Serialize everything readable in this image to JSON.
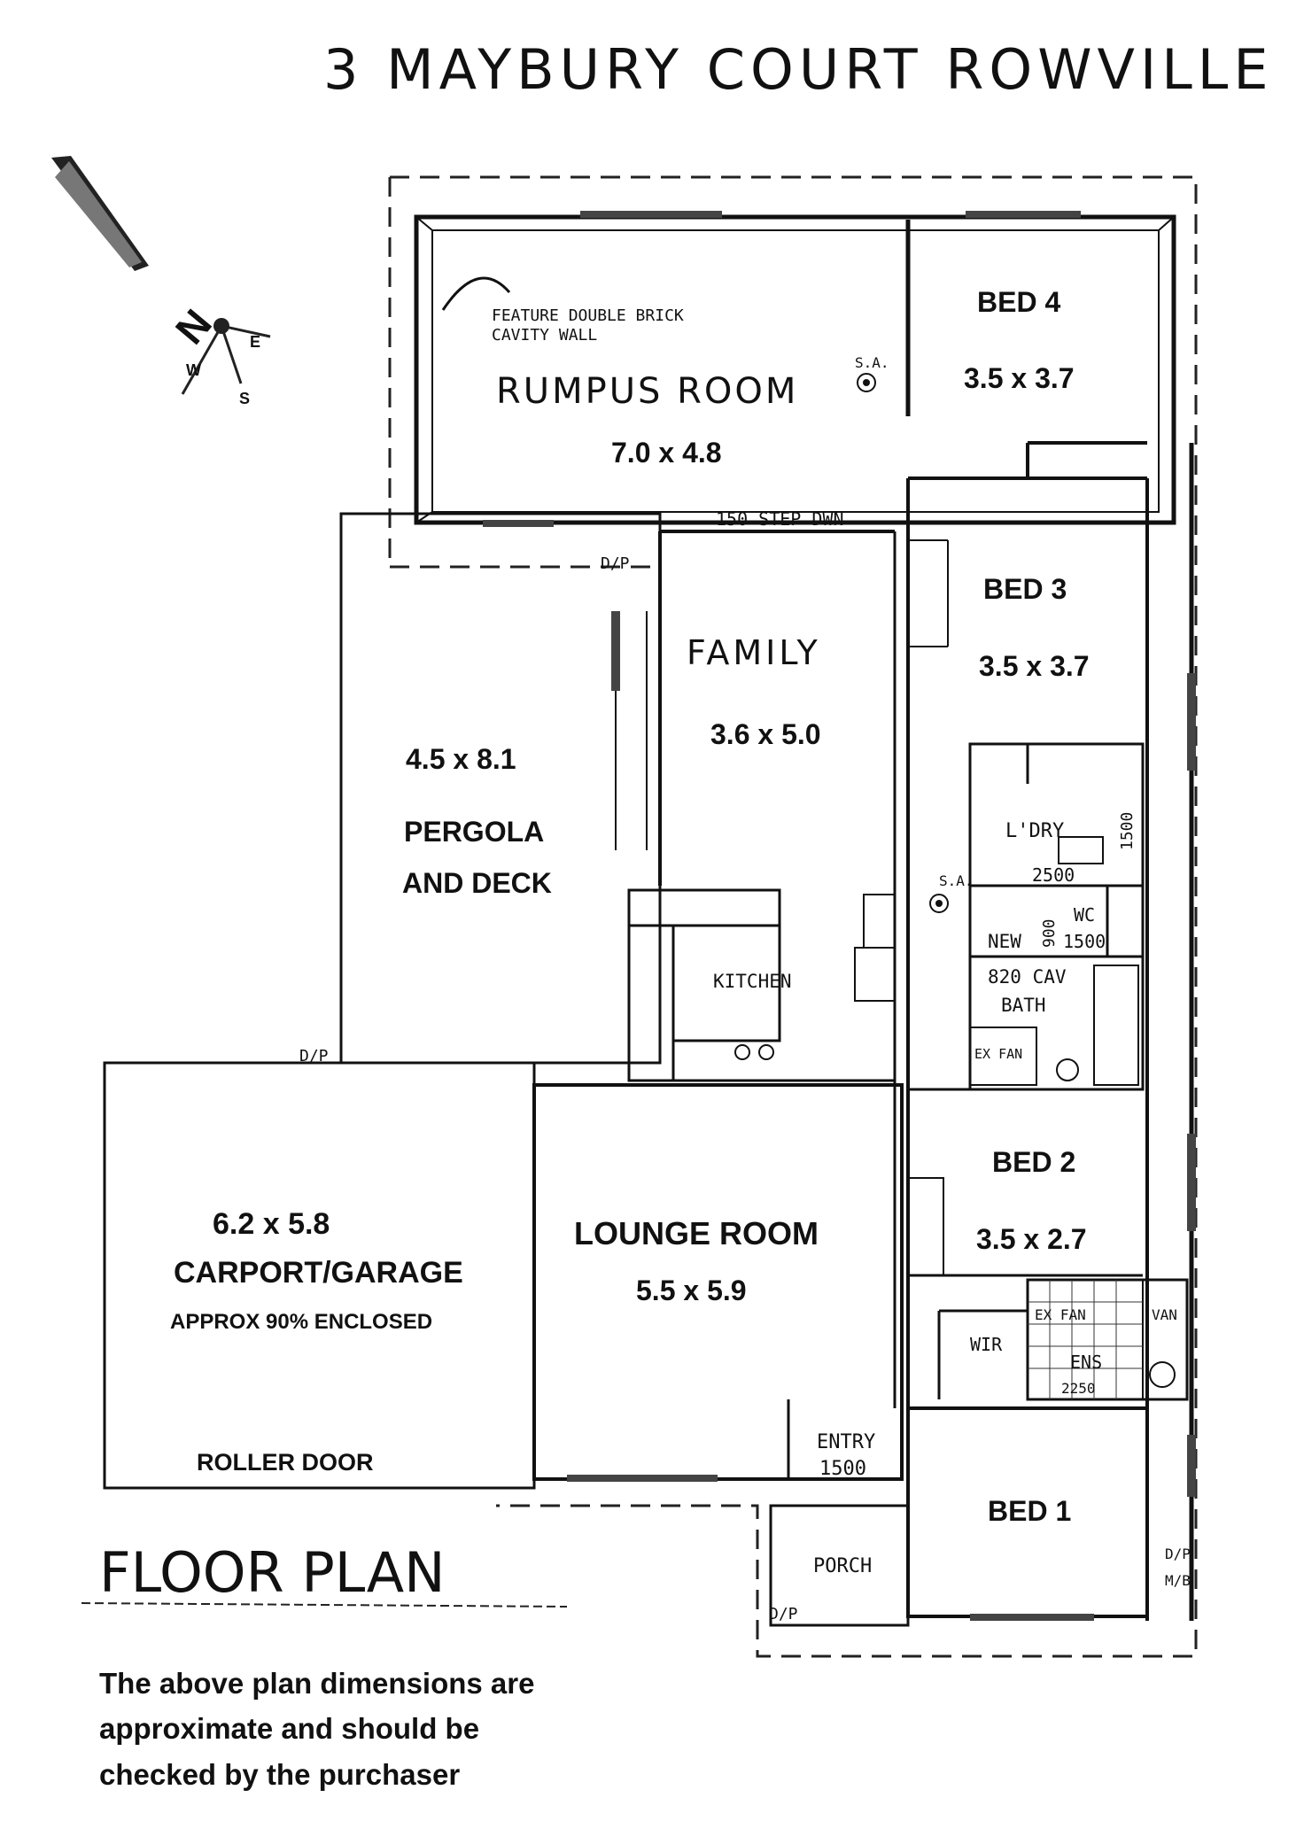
{
  "address_title": "3 MAYBURY COURT ROWVILLE",
  "compass": {
    "north": "N",
    "east": "E",
    "west": "W",
    "south": "S"
  },
  "rooms": {
    "rumpus": {
      "name": "RUMPUS ROOM",
      "size": "7.0 x 4.8",
      "note_line1": "FEATURE DOUBLE BRICK",
      "note_line2": "CAVITY WALL"
    },
    "bed4": {
      "name": "BED 4",
      "size": "3.5 x 3.7"
    },
    "bed3": {
      "name": "BED 3",
      "size": "3.5 x 3.7"
    },
    "bed2": {
      "name": "BED 2",
      "size": "3.5 x 2.7"
    },
    "bed1": {
      "name": "BED 1",
      "size": ""
    },
    "family": {
      "name": "FAMILY",
      "size": "3.6 x 5.0"
    },
    "pergola": {
      "size": "4.5 x 8.1",
      "name_line1": "PERGOLA",
      "name_line2": "AND DECK"
    },
    "kitchen": {
      "name": "KITCHEN"
    },
    "lounge": {
      "name": "LOUNGE ROOM",
      "size": "5.5 x 5.9"
    },
    "garage": {
      "size": "6.2 x 5.8",
      "name": "CARPORT/GARAGE",
      "note": "APPROX 90% ENCLOSED",
      "door": "ROLLER DOOR"
    },
    "laundry": {
      "name": "L'DRY",
      "dim": "2500",
      "dim_v": "1500"
    },
    "wc": {
      "name": "WC",
      "dim": "1500",
      "dim_v": "900"
    },
    "bath": {
      "line1": "NEW",
      "line2": "820 CAV",
      "line3": "BATH",
      "exfan": "EX FAN"
    },
    "ens": {
      "name": "ENS",
      "dim": "2250",
      "exfan": "EX FAN",
      "van": "VAN"
    },
    "wir": {
      "name": "WIR"
    },
    "porch": {
      "name": "PORCH"
    },
    "entry": {
      "name": "ENTRY",
      "dim": "1500"
    }
  },
  "annotations": {
    "step_down": "150 STEP DWN",
    "sa1": "S.A.",
    "sa2": "S.A.",
    "dp1": "D/P",
    "dp2": "D/P",
    "dp3": "D/P",
    "dp4": "D/P",
    "mb": "M/B"
  },
  "floor_plan_title": "FLOOR PLAN",
  "disclaimer": {
    "line1": "The above plan dimensions are",
    "line2": "approximate and should be",
    "line3": "checked by the purchaser"
  }
}
